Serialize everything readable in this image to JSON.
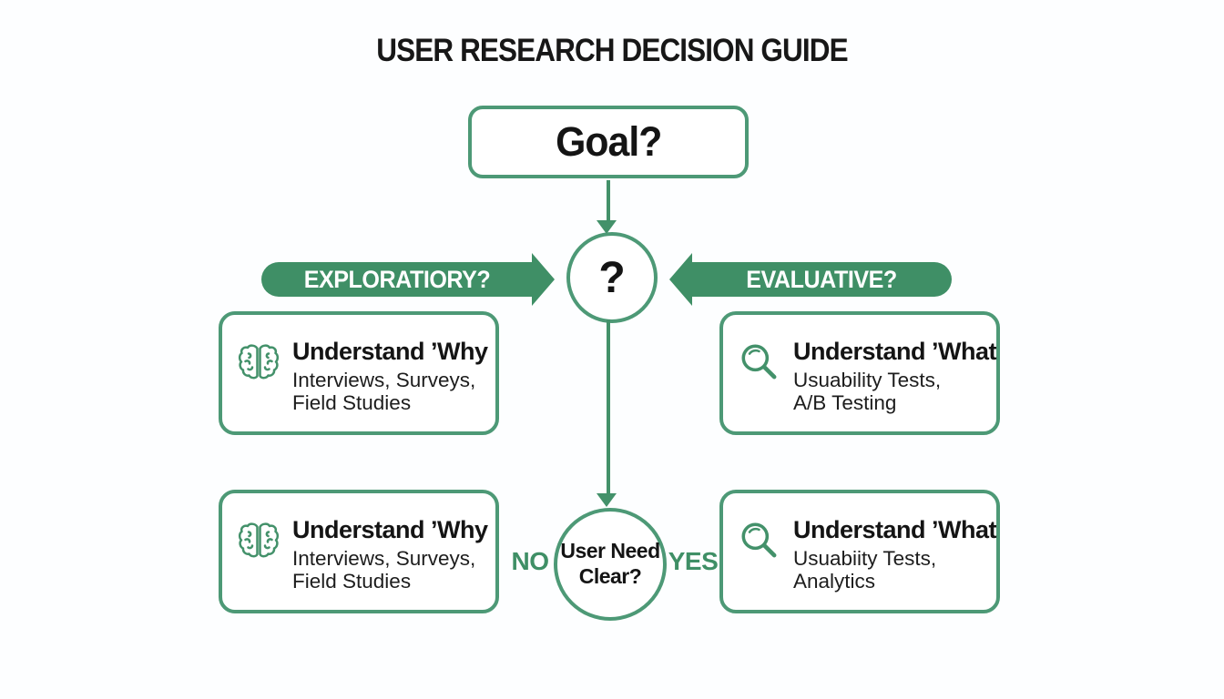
{
  "title": "USER RESEARCH DECISION GUIDE",
  "goal": {
    "label": "Goal?"
  },
  "question_node": {
    "label": "?"
  },
  "branch_arrows": {
    "left": "EXPLORATIORY?",
    "right": "EVALUATIVE?"
  },
  "cards": [
    {
      "icon": "brain-icon",
      "title": "Understand ’Why",
      "lines": [
        "Interviews, Surveys,",
        "Field Studies"
      ]
    },
    {
      "icon": "magnifier-icon",
      "title": "Understand ’What",
      "lines": [
        "Usuability Tests,",
        "A/B Testing"
      ]
    },
    {
      "icon": "brain-icon",
      "title": "Understand ’Why",
      "lines": [
        "Interviews, Surveys,",
        "Field Studies"
      ]
    },
    {
      "icon": "magnifier-icon",
      "title": "Understand ’What",
      "lines": [
        "Usuabiity Tests,",
        "Analytics"
      ]
    }
  ],
  "user_need_node": {
    "lines": [
      "User Need",
      "Clear?"
    ],
    "no": "NO",
    "yes": "YES"
  },
  "colors": {
    "green_fill": "#3f8f66",
    "green_border": "#4d9976",
    "text_black": "#161616",
    "arrow_text": "#ffffff",
    "background": "#fdfeff"
  }
}
